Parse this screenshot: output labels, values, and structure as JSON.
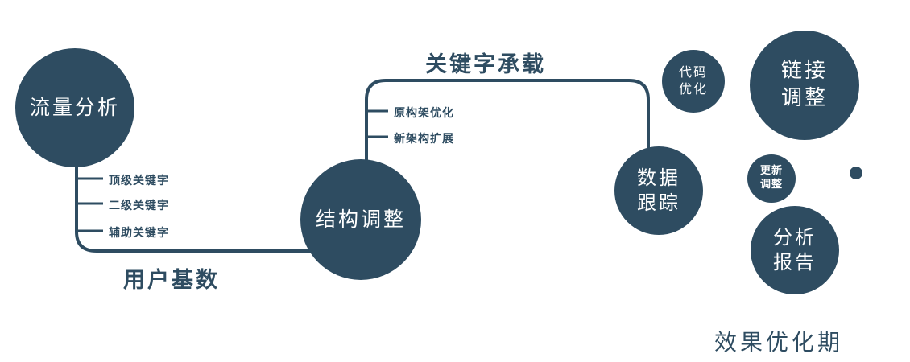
{
  "colors": {
    "primary": "#2e4c61",
    "background": "#ffffff",
    "node_text": "#ffffff"
  },
  "nodes": {
    "traffic": {
      "label": "流量分析"
    },
    "structure": {
      "label": "结构调整"
    },
    "data_tracking": {
      "line1": "数据",
      "line2": "跟踪"
    },
    "code_optimization": {
      "line1": "代码",
      "line2": "优化"
    },
    "link_adjustment": {
      "line1": "链接",
      "line2": "调整"
    },
    "update_adjustment": {
      "line1": "更新",
      "line2": "调整"
    },
    "analysis_report": {
      "line1": "分析",
      "line2": "报告"
    }
  },
  "edge_labels": {
    "user_base": "用户基数",
    "keyword_carrying": "关键字承载"
  },
  "branch_labels": {
    "top_keyword": "顶级关键字",
    "second_keyword": "二级关键字",
    "auxiliary_keyword": "辅助关键字",
    "original_architecture": "原构架优化",
    "new_architecture": "新架构扩展"
  },
  "caption": "效果优化期"
}
